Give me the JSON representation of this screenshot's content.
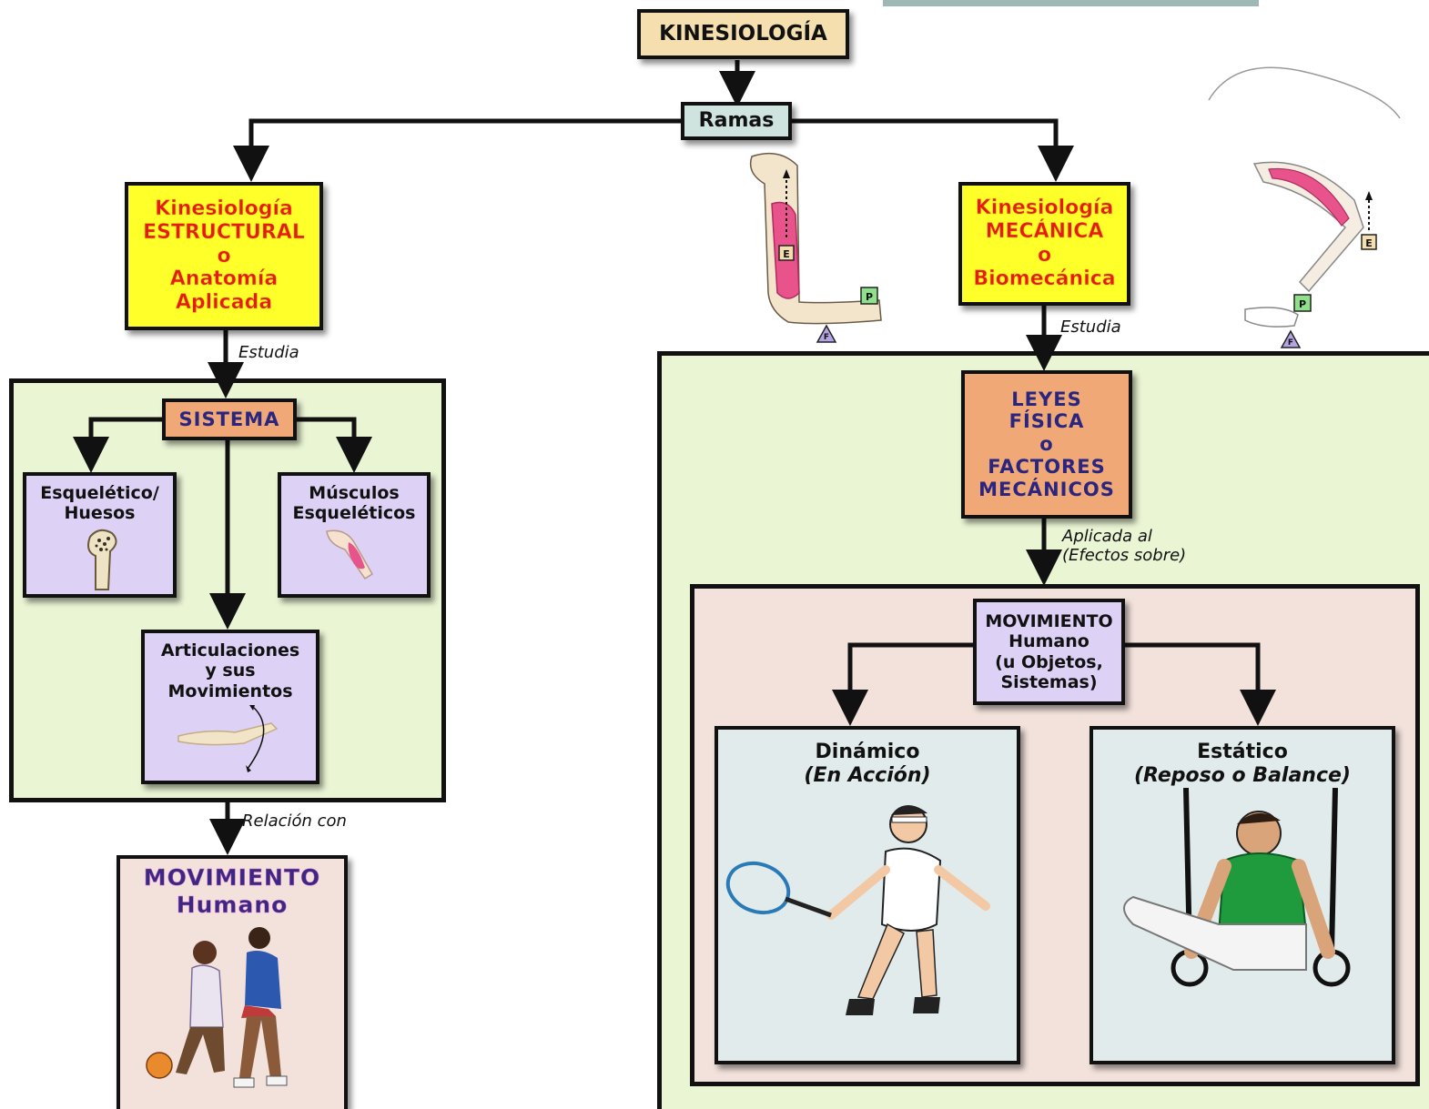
{
  "nodes": {
    "kinesiologia": "KINESIOLOGÍA",
    "ramas": "Ramas",
    "estructural": [
      "Kinesiología",
      "ESTRUCTURAL",
      "o",
      "Anatomía",
      "Aplicada"
    ],
    "mecanica": [
      "Kinesiología",
      "MECÁNICA",
      "o",
      "Biomecánica"
    ],
    "sistema": "SISTEMA",
    "esqueletico": [
      "Esquelético/",
      "Huesos"
    ],
    "musculos": [
      "Músculos",
      "Esqueléticos"
    ],
    "articulaciones": [
      "Articulaciones",
      "y sus",
      "Movimientos"
    ],
    "movimiento_humano_left": [
      "MOVIMIENTO",
      "Humano"
    ],
    "leyes": [
      "LEYES",
      "FÍSICA",
      "o",
      "FACTORES",
      "MECÁNICOS"
    ],
    "movimiento_humano_right": [
      "MOVIMIENTO",
      "Humano",
      "(u Objetos,",
      "Sistemas)"
    ],
    "dinamico": {
      "title": "Dinámico",
      "subtitle": "(En Acción)"
    },
    "estatico": {
      "title": "Estático",
      "subtitle": "(Reposo o Balance)"
    }
  },
  "edge_labels": {
    "estudia_left": "Estudia",
    "estudia_right": "Estudia",
    "aplicada": [
      "Aplicada al",
      "(Efectos sobre)"
    ],
    "relacion": "Relación con"
  },
  "arm_labels": {
    "effort": "E",
    "load": "P",
    "fulcrum": "F"
  },
  "colors": {
    "yellow_box": "#ffff2a",
    "red_text": "#e21b1b",
    "orange_box": "#f0a877",
    "navy_text": "#2a2680",
    "lavender_box": "#ddd2f5",
    "green_panel": "#eaf5d4",
    "pink_panel": "#f3e2dc",
    "gray_panel": "#e2ebec"
  }
}
